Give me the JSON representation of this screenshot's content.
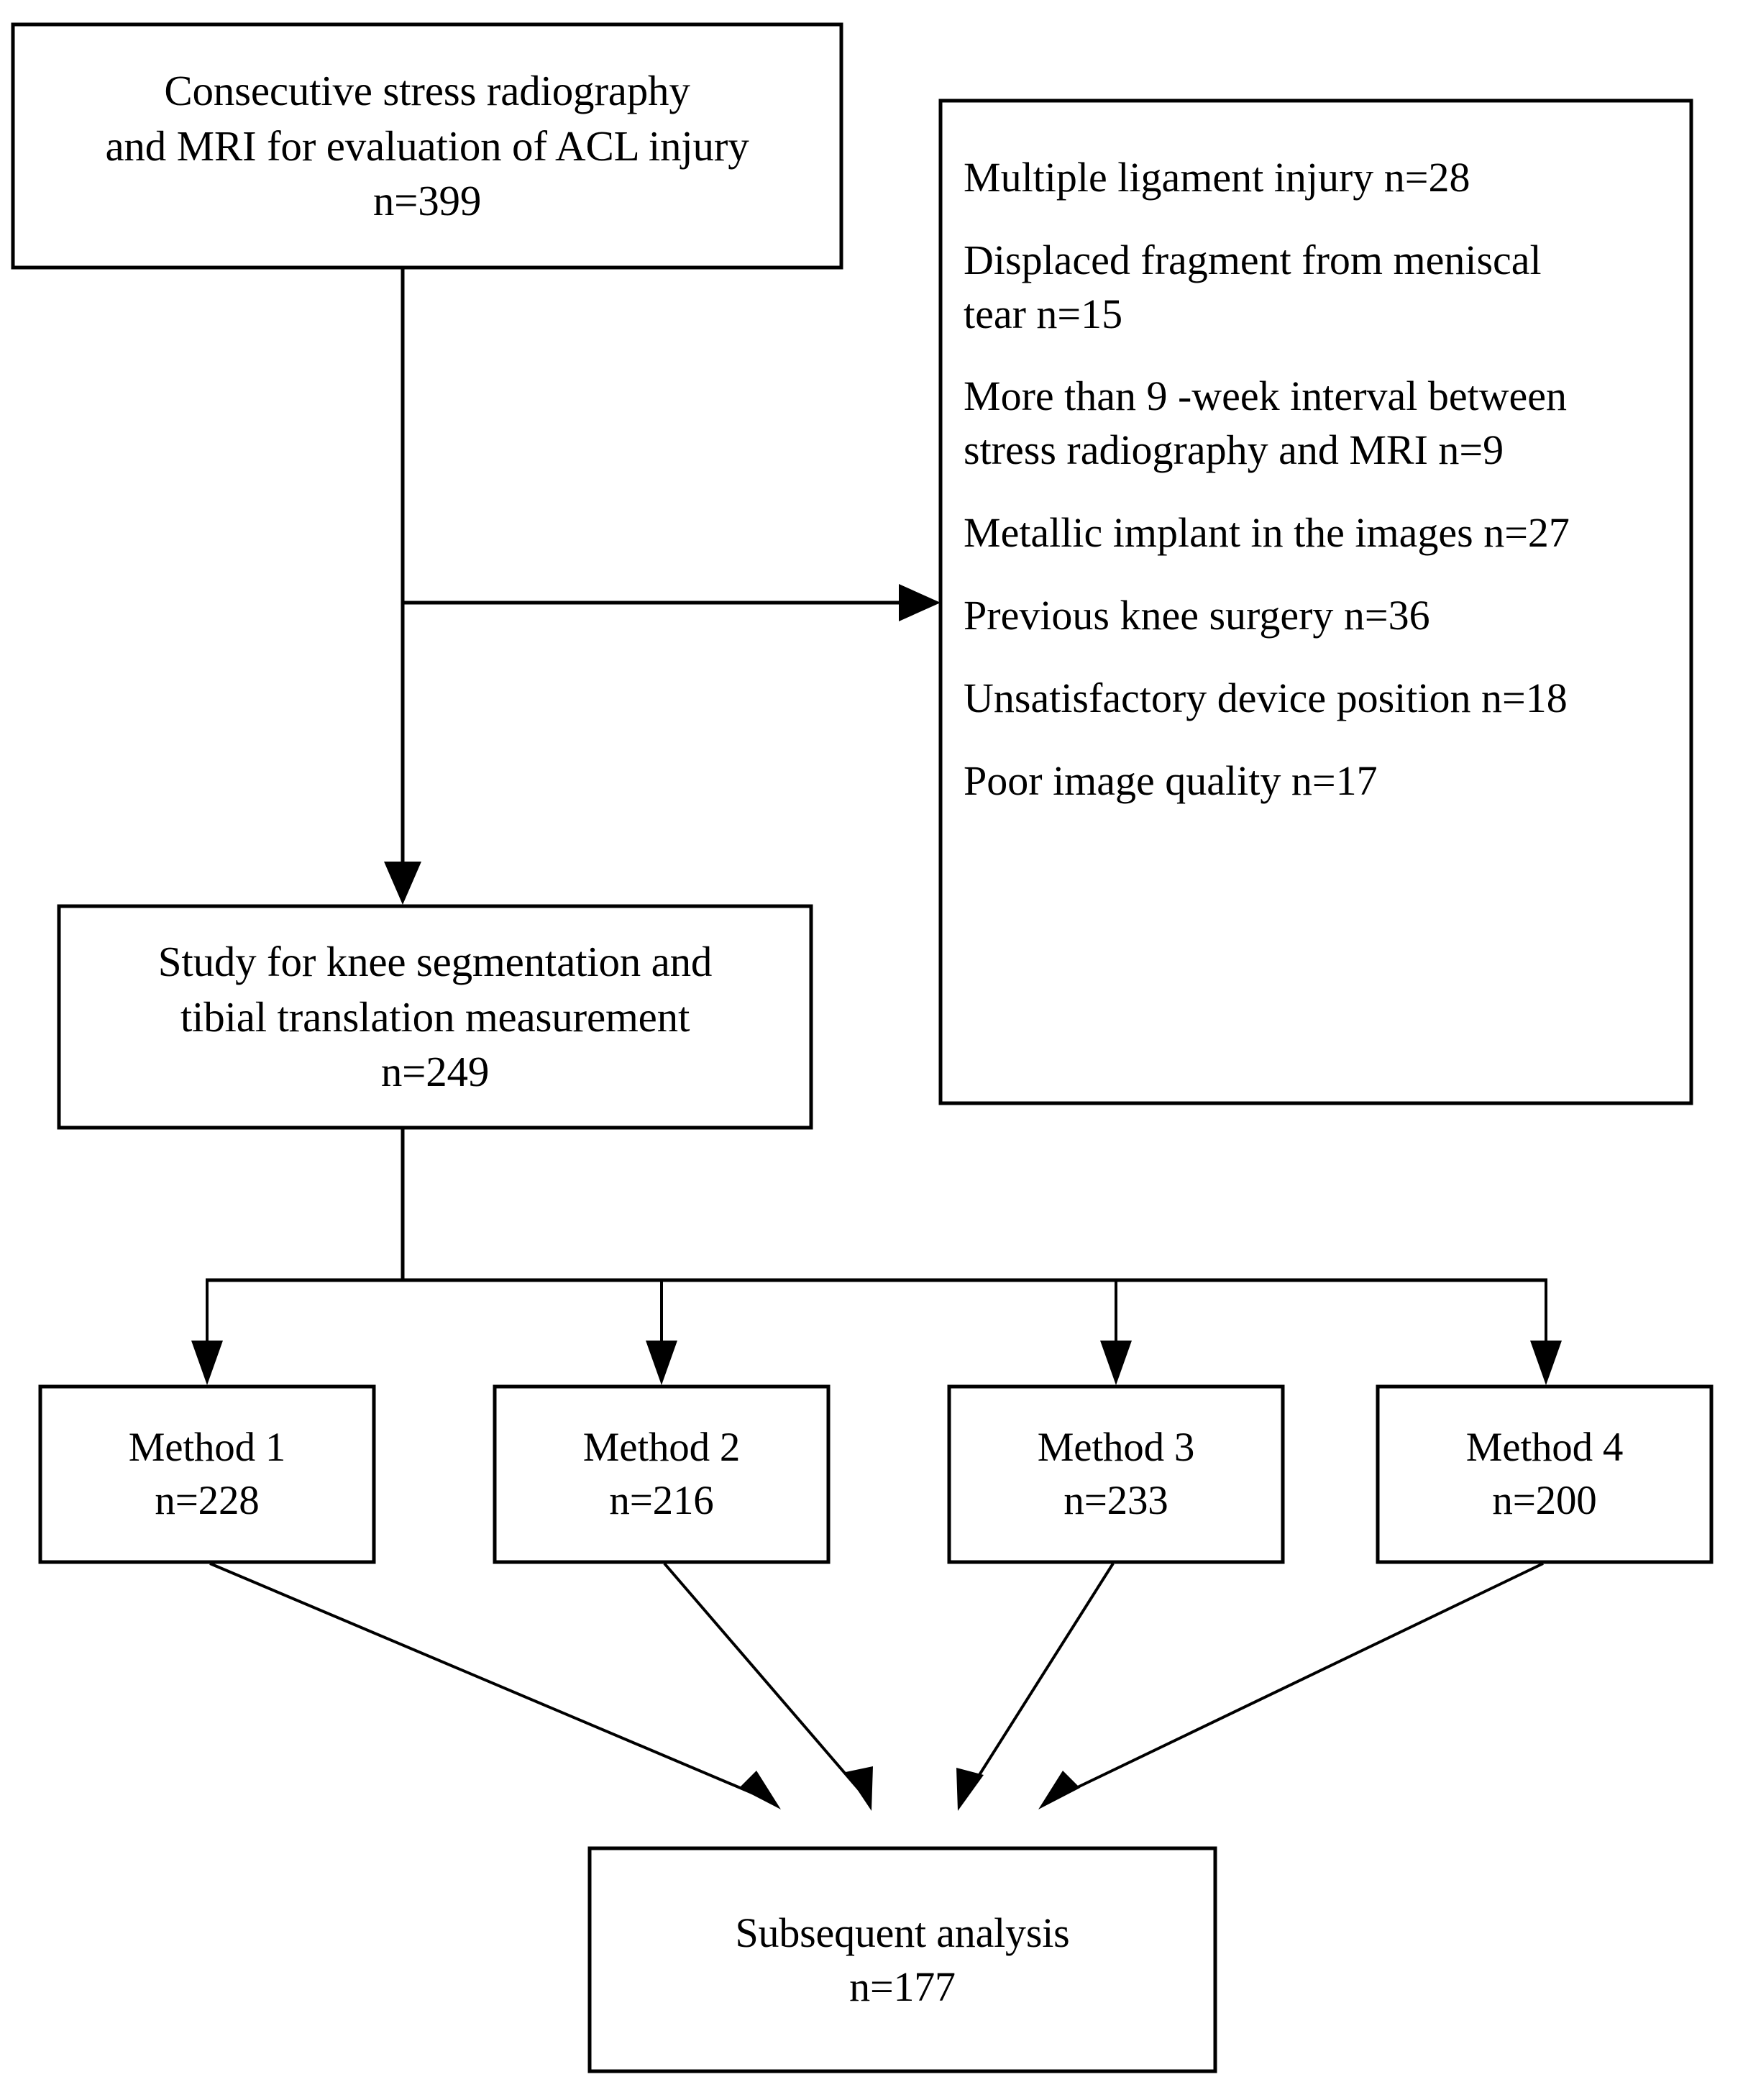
{
  "diagram": {
    "type": "study-flow-chart",
    "nodes": {
      "source": {
        "lines": [
          "Consecutive stress radiography",
          "and MRI for evaluation of ACL injury",
          "n=399"
        ],
        "count": "n=399"
      },
      "study": {
        "lines": [
          "Study for knee segmentation and",
          "tibial translation measurement",
          "n=249"
        ],
        "count": "n=249"
      },
      "subsequent": {
        "lines": [
          "Subsequent analysis",
          "n=177"
        ],
        "count": "n=177"
      }
    },
    "methods": [
      {
        "label": "Method 1",
        "count": "n=228"
      },
      {
        "label": "Method 2",
        "count": "n=216"
      },
      {
        "label": "Method 3",
        "count": "n=233"
      },
      {
        "label": "Method 4",
        "count": "n=200"
      }
    ],
    "exclusions": [
      {
        "lines": [
          "Multiple ligament injury n=28"
        ]
      },
      {
        "lines": [
          "Displaced fragment from meniscal",
          "tear n=15"
        ]
      },
      {
        "lines": [
          "More than 9 -week interval between",
          "stress radiography and MRI n=9"
        ]
      },
      {
        "lines": [
          "Metallic implant in the images n=27"
        ]
      },
      {
        "lines": [
          "Previous knee surgery n=36"
        ]
      },
      {
        "lines": [
          "Unsatisfactory device position n=18"
        ]
      },
      {
        "lines": [
          "Poor image quality n=17"
        ]
      }
    ],
    "colors": {
      "stroke": "#000000",
      "fill": "#ffffff",
      "text": "#000000"
    }
  }
}
